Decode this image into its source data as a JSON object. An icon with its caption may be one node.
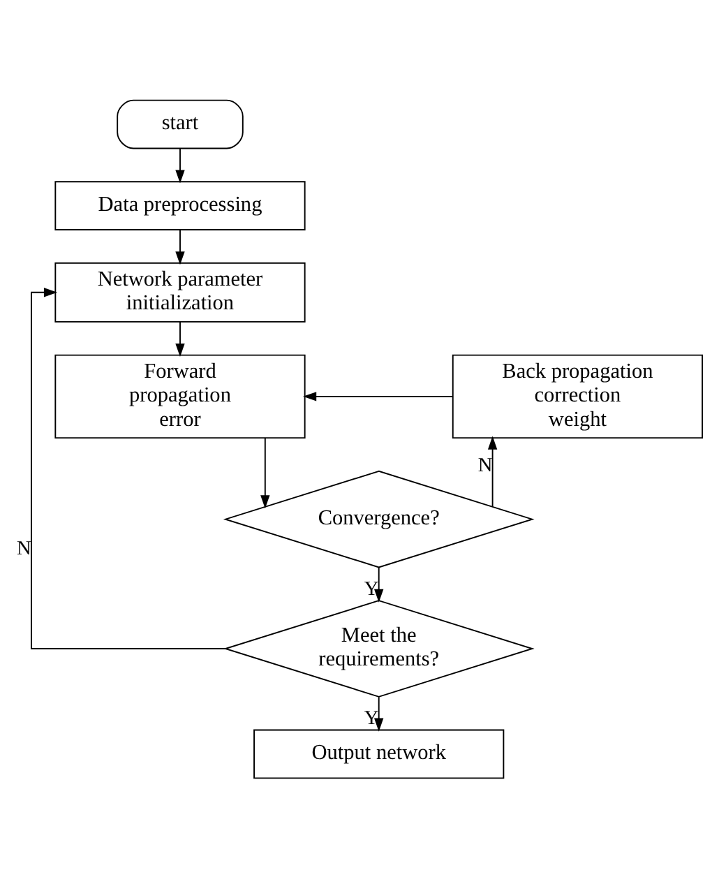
{
  "diagram": {
    "nodes": [
      {
        "text": [
          "start"
        ]
      },
      {
        "text": [
          "Data preprocessing"
        ]
      },
      {
        "text": [
          "Network parameter initialization"
        ]
      },
      {
        "text": [
          "Forward propagation error"
        ]
      },
      {
        "text": [
          "Convergence?"
        ]
      },
      {
        "text": [
          "Back propagation correction weight"
        ]
      },
      {
        "text": [
          "Meet the requirements?"
        ]
      },
      {
        "text": [
          "Output network"
        ]
      }
    ],
    "edges": [
      {
        "from": 0,
        "to": 1,
        "arrow": "to"
      },
      {
        "from": 1,
        "to": 2,
        "arrow": "to"
      },
      {
        "from": 2,
        "to": 3,
        "arrow": "to"
      },
      {
        "from": 3,
        "to": 4,
        "arrow": "to"
      },
      {
        "from": 4,
        "to": 5,
        "arrow": "to",
        "label": "N"
      },
      {
        "from": 5,
        "to": 3,
        "arrow": "to"
      },
      {
        "from": 4,
        "to": 6,
        "arrow": "to",
        "label": "Y"
      },
      {
        "from": 6,
        "to": 2,
        "arrow": "to",
        "label": "N"
      },
      {
        "from": 6,
        "to": 7,
        "arrow": "to",
        "label": "Y"
      }
    ]
  }
}
